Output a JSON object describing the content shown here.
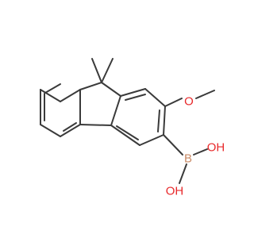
{
  "molecule": {
    "atoms": {
      "oxygen_methoxy": "O",
      "boron": "B",
      "hydroxyl_1": "OH",
      "hydroxyl_2": "OH"
    }
  },
  "colors": {
    "bond": "#3a3a3a",
    "oxygen": "#e8292b",
    "boron": "#c98a66",
    "background": "#ffffff"
  }
}
